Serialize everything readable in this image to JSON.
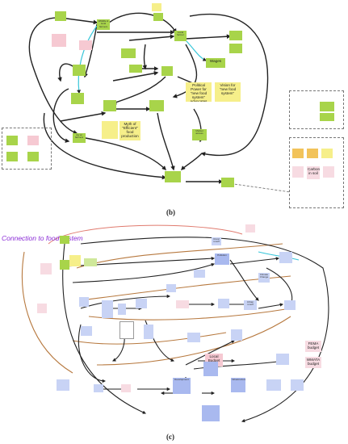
{
  "panel_b": {
    "label": "(b)",
    "notes": {
      "b1": "",
      "b2": "Wildlife & local farmers",
      "b3": "",
      "b4": "",
      "b5": "Local farmer",
      "b6": "",
      "b7": "",
      "b8": "",
      "b9": "",
      "b10": "Wages",
      "b11": "",
      "b12": "",
      "b13": "",
      "b14": "",
      "b15": "Market access",
      "b16": "",
      "b17": "Ag w/ farmers",
      "b18": "",
      "b19": "",
      "b20": "",
      "b21": "",
      "b22": ""
    },
    "big_notes": {
      "political": "Political Power for \"new food system\" advocates",
      "vision": "Vision for \"new food system\"",
      "myth": "Myth of \"Efficient\" food production"
    },
    "pink_notes": {
      "p1": "",
      "p2": ""
    },
    "legend_left": {
      "a": "",
      "b": "",
      "c": "",
      "d": ""
    },
    "legend_right_top": {
      "title": "",
      "a": "",
      "b": ""
    },
    "legend_right_bottom": {
      "title": "",
      "a": "",
      "b": "",
      "c": "",
      "carbon": "Carbon in soil",
      "d": "",
      "e": ""
    }
  },
  "panel_c": {
    "label": "(c)",
    "connection_label": "Connection to food system",
    "notes": {
      "pollution": "Pollution",
      "rural": "Rural runoff",
      "urban": "Urban runoff",
      "climate": "Climate Change",
      "local_budget": "Local Budget",
      "fema": "FEMA budget",
      "wmata": "WMATA budget",
      "dev": "Development",
      "infra": "Infrastructure"
    }
  },
  "colors": {
    "green": "#a8d44a",
    "yellow": "#f6ef8a",
    "pink": "#f6c9d2",
    "blue": "#a9b9ef",
    "orange": "#f2c35a",
    "cyan": "#37c6d9",
    "purple": "#8a2bd6",
    "brown": "#b7793f",
    "red": "#e07a6e"
  }
}
